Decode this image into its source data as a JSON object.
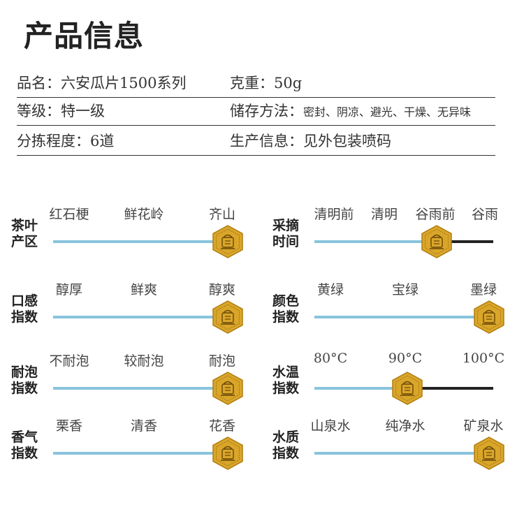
{
  "page": {
    "title": "产品信息"
  },
  "info": [
    {
      "left": {
        "label": "品名：",
        "value": "六安瓜片1500系列"
      },
      "right": {
        "label": "克重：",
        "value": "50g"
      }
    },
    {
      "left": {
        "label": "等级：",
        "value": "特一级"
      },
      "right": {
        "label": "储存方法：",
        "value": "密封、阴凉、避光、干燥、无异味"
      }
    },
    {
      "left": {
        "label": "分拣程度：",
        "value": "6道"
      },
      "right": {
        "label": "生产信息：",
        "value": "见外包装喷码"
      }
    }
  ],
  "scales": [
    {
      "label": [
        "茶叶",
        "产区"
      ],
      "options": [
        "红石梗",
        "鲜花岭",
        "齐山"
      ],
      "selected_fraction": 1.0
    },
    {
      "label": [
        "采摘",
        "时间"
      ],
      "options": [
        "清明前",
        "清明",
        "谷雨前",
        "谷雨"
      ],
      "selected_fraction": 0.667
    },
    {
      "label": [
        "口感",
        "指数"
      ],
      "options": [
        "醇厚",
        "鲜爽",
        "醇爽"
      ],
      "selected_fraction": 1.0
    },
    {
      "label": [
        "颜色",
        "指数"
      ],
      "options": [
        "黄绿",
        "宝绿",
        "墨绿"
      ],
      "selected_fraction": 1.0
    },
    {
      "label": [
        "耐泡",
        "指数"
      ],
      "options": [
        "不耐泡",
        "较耐泡",
        "耐泡"
      ],
      "selected_fraction": 1.0
    },
    {
      "label": [
        "水温",
        "指数"
      ],
      "options": [
        "80°C",
        "90°C",
        "100°C"
      ],
      "selected_fraction": 0.5
    },
    {
      "label": [
        "香气",
        "指数"
      ],
      "options": [
        "栗香",
        "清香",
        "花香"
      ],
      "selected_fraction": 1.0
    },
    {
      "label": [
        "水质",
        "指数"
      ],
      "options": [
        "山泉水",
        "纯净水",
        "矿泉水"
      ],
      "selected_fraction": 1.0
    }
  ],
  "colors": {
    "fill": "#88c4dc",
    "track": "#222222",
    "badge": "#d9a62a"
  }
}
